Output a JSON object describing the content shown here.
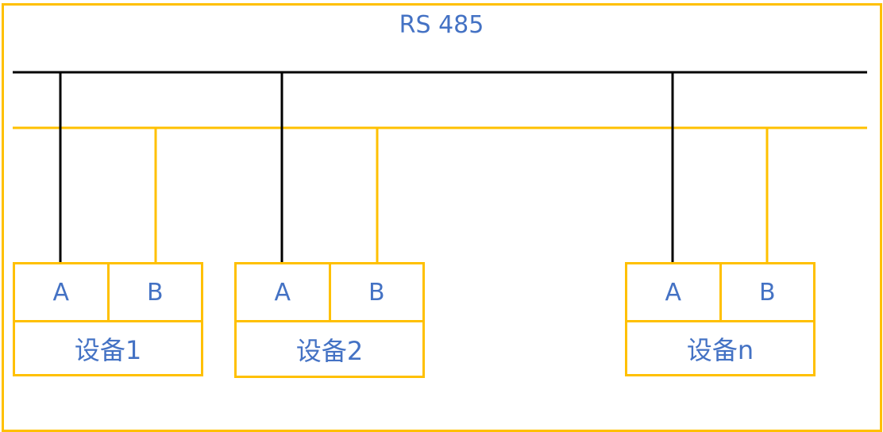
{
  "title": "RS 485",
  "colors": {
    "line_a": "#000000",
    "line_b": "#FFC000",
    "box_border": "#FFC000",
    "text": "#4472C4"
  },
  "devices": [
    {
      "a_label": "A",
      "b_label": "B",
      "name": "设备1"
    },
    {
      "a_label": "A",
      "b_label": "B",
      "name": "设备2"
    },
    {
      "a_label": "A",
      "b_label": "B",
      "name": "设备n"
    }
  ]
}
